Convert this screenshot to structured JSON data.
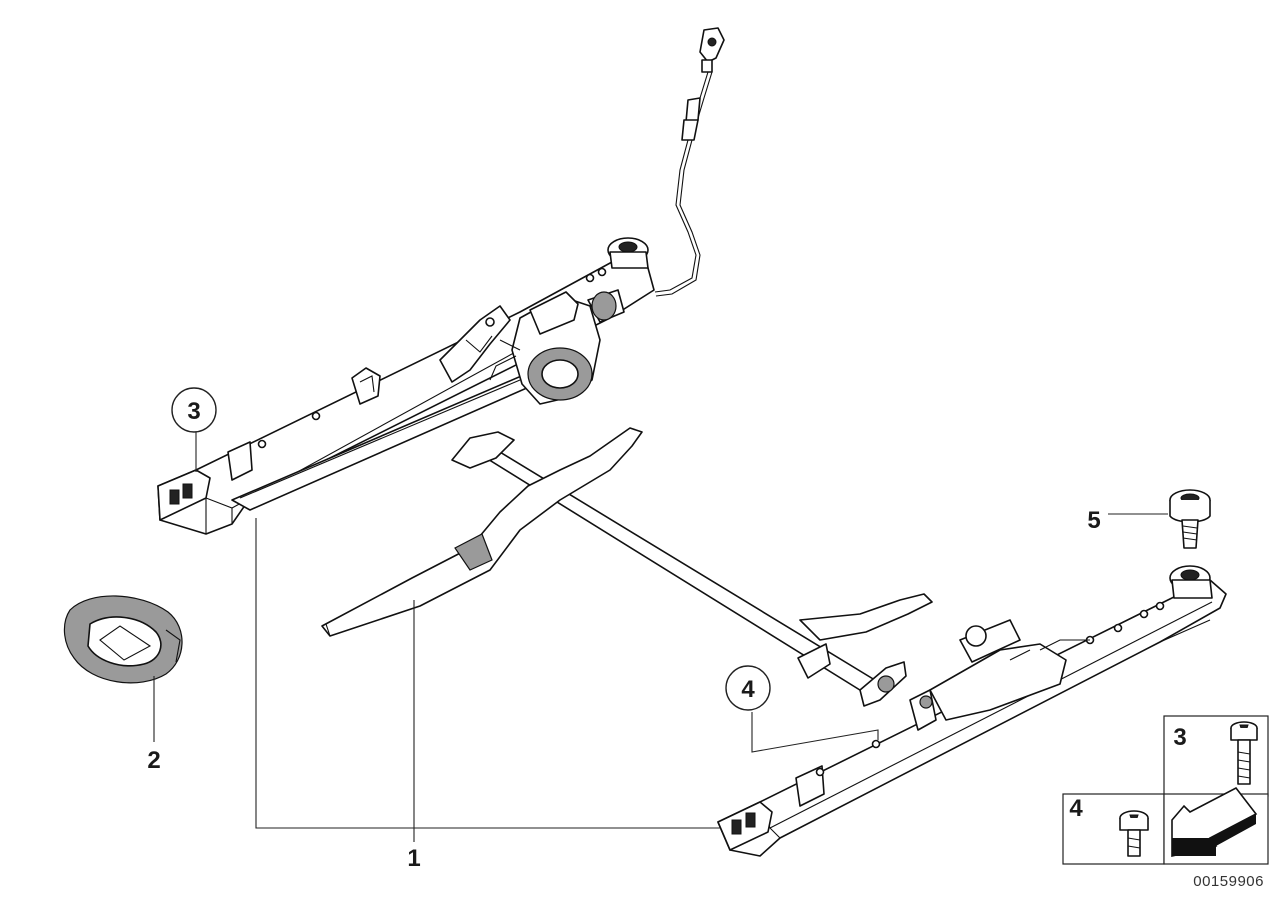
{
  "diagram": {
    "reference_number": "00159906",
    "callouts": [
      {
        "id": "1",
        "label": "1"
      },
      {
        "id": "2",
        "label": "2"
      },
      {
        "id": "3",
        "label": "3"
      },
      {
        "id": "4",
        "label": "4"
      },
      {
        "id": "5",
        "label": "5"
      }
    ],
    "inset": {
      "screw_3_label": "3",
      "screw_4_label": "4"
    }
  }
}
